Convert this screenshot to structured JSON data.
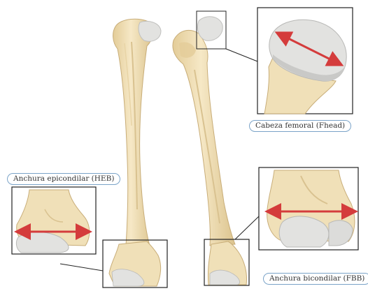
{
  "labels": {
    "femoral_head": "Cabeza femoral (Fhead)",
    "humerus_epicondylar": "Anchura epicondilar (HEB)",
    "femur_bicondylar": "Anchura bicondilar (FBB)"
  },
  "colors": {
    "bone": "#f0e0b8",
    "bone_shade": "#d9c290",
    "bone_outline": "#c8ad78",
    "cartilage": "#e2e2e0",
    "cartilage_shade": "#c9c9c7",
    "measure_arrow": "#d43c3c",
    "frame": "#222222",
    "pill_border": "#7aa3c8"
  },
  "icons": [
    "double-arrow-icon"
  ]
}
